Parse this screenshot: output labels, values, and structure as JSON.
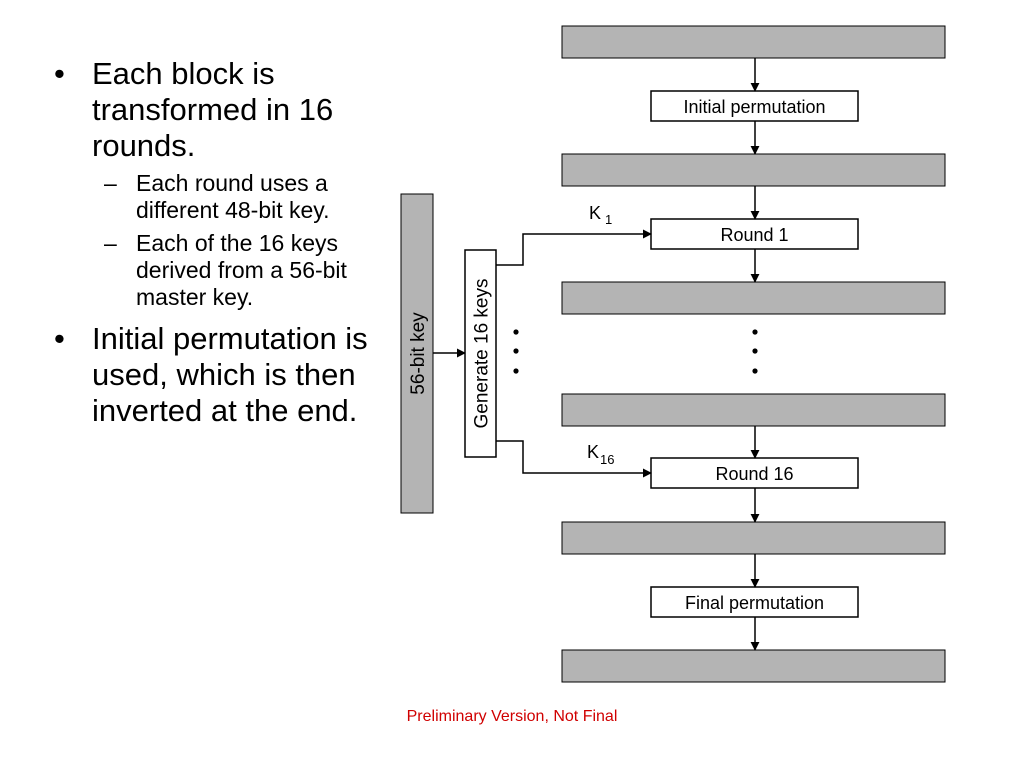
{
  "bullets": [
    {
      "text": "Each block is transformed in 16 rounds.",
      "sub": [
        "Each round uses a different 48-bit key.",
        "Each of the 16 keys derived from a 56-bit master key."
      ]
    },
    {
      "text": "Initial permutation is used, which is then inverted at the end."
    }
  ],
  "diagram": {
    "initial_permutation": "Initial permutation",
    "round1": "Round 1",
    "round16": "Round 16",
    "final_permutation": "Final permutation",
    "key_bar": "56-bit key",
    "generate_keys": "Generate 16 keys",
    "k1_letter": "K",
    "k1_sub": "1",
    "k16_letter": "K",
    "k16_sub": "16"
  },
  "footer": "Preliminary Version, Not Final",
  "colors": {
    "block_fill": "#b4b4b4",
    "footer_text": "#d00000"
  }
}
